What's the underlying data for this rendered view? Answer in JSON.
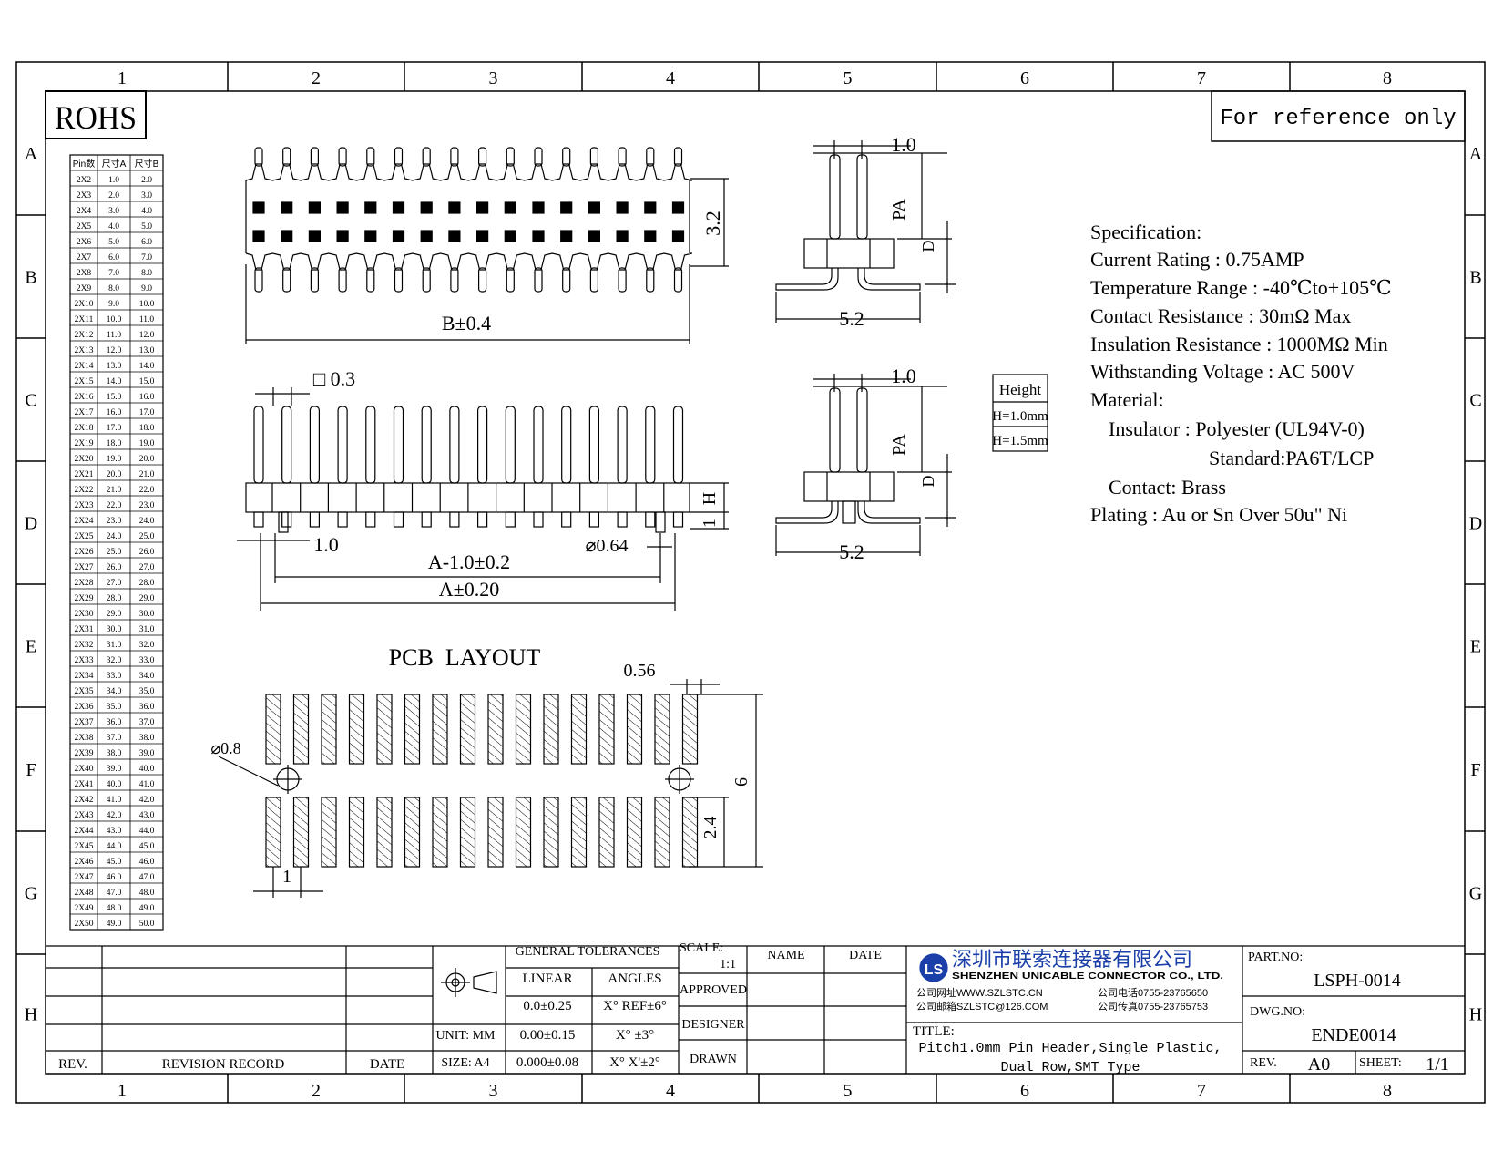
{
  "zone_columns": [
    "1",
    "2",
    "3",
    "4",
    "5",
    "6",
    "7",
    "8"
  ],
  "zone_rows": [
    "A",
    "B",
    "C",
    "D",
    "E",
    "F",
    "G",
    "H"
  ],
  "rohs": "ROHS",
  "reference_note": "For reference only",
  "pin_table": {
    "headers": [
      "Pin数",
      "尺寸A",
      "尺寸B"
    ],
    "rows": [
      [
        "2X2",
        "1.0",
        "2.0"
      ],
      [
        "2X3",
        "2.0",
        "3.0"
      ],
      [
        "2X4",
        "3.0",
        "4.0"
      ],
      [
        "2X5",
        "4.0",
        "5.0"
      ],
      [
        "2X6",
        "5.0",
        "6.0"
      ],
      [
        "2X7",
        "6.0",
        "7.0"
      ],
      [
        "2X8",
        "7.0",
        "8.0"
      ],
      [
        "2X9",
        "8.0",
        "9.0"
      ],
      [
        "2X10",
        "9.0",
        "10.0"
      ],
      [
        "2X11",
        "10.0",
        "11.0"
      ],
      [
        "2X12",
        "11.0",
        "12.0"
      ],
      [
        "2X13",
        "12.0",
        "13.0"
      ],
      [
        "2X14",
        "13.0",
        "14.0"
      ],
      [
        "2X15",
        "14.0",
        "15.0"
      ],
      [
        "2X16",
        "15.0",
        "16.0"
      ],
      [
        "2X17",
        "16.0",
        "17.0"
      ],
      [
        "2X18",
        "17.0",
        "18.0"
      ],
      [
        "2X19",
        "18.0",
        "19.0"
      ],
      [
        "2X20",
        "19.0",
        "20.0"
      ],
      [
        "2X21",
        "20.0",
        "21.0"
      ],
      [
        "2X22",
        "21.0",
        "22.0"
      ],
      [
        "2X23",
        "22.0",
        "23.0"
      ],
      [
        "2X24",
        "23.0",
        "24.0"
      ],
      [
        "2X25",
        "24.0",
        "25.0"
      ],
      [
        "2X26",
        "25.0",
        "26.0"
      ],
      [
        "2X27",
        "26.0",
        "27.0"
      ],
      [
        "2X28",
        "27.0",
        "28.0"
      ],
      [
        "2X29",
        "28.0",
        "29.0"
      ],
      [
        "2X30",
        "29.0",
        "30.0"
      ],
      [
        "2X31",
        "30.0",
        "31.0"
      ],
      [
        "2X32",
        "31.0",
        "32.0"
      ],
      [
        "2X33",
        "32.0",
        "33.0"
      ],
      [
        "2X34",
        "33.0",
        "34.0"
      ],
      [
        "2X35",
        "34.0",
        "35.0"
      ],
      [
        "2X36",
        "35.0",
        "36.0"
      ],
      [
        "2X37",
        "36.0",
        "37.0"
      ],
      [
        "2X38",
        "37.0",
        "38.0"
      ],
      [
        "2X39",
        "38.0",
        "39.0"
      ],
      [
        "2X40",
        "39.0",
        "40.0"
      ],
      [
        "2X41",
        "40.0",
        "41.0"
      ],
      [
        "2X42",
        "41.0",
        "42.0"
      ],
      [
        "2X43",
        "42.0",
        "43.0"
      ],
      [
        "2X44",
        "43.0",
        "44.0"
      ],
      [
        "2X45",
        "44.0",
        "45.0"
      ],
      [
        "2X46",
        "45.0",
        "46.0"
      ],
      [
        "2X47",
        "46.0",
        "47.0"
      ],
      [
        "2X48",
        "47.0",
        "48.0"
      ],
      [
        "2X49",
        "48.0",
        "49.0"
      ],
      [
        "2X50",
        "49.0",
        "50.0"
      ]
    ]
  },
  "dims": {
    "top_h": "3.2",
    "top_b": "B±0.4",
    "side_pitch": "1.0",
    "side_pa": "PA",
    "side_d": "D",
    "side_w": "5.2",
    "pin_sq": "□ 0.3",
    "front_h": "H",
    "front_1": "1",
    "front_pitch": "1.0",
    "front_a1": "A-1.0±0.2",
    "front_a": "A±0.20",
    "front_post": "⌀0.64",
    "pcb_w": "0.56",
    "pcb_hole": "⌀0.8",
    "pcb_6": "6",
    "pcb_24": "2.4",
    "pcb_1": "1"
  },
  "pcb_title": "PCB  LAYOUT",
  "height_table": {
    "header": "Height",
    "rows": [
      "H=1.0mm",
      "H=1.5mm"
    ]
  },
  "specification": {
    "title": "Specification:",
    "lines": [
      "Current Rating : 0.75AMP",
      "Temperature Range : -40℃to+105℃",
      "Contact Resistance : 30mΩ Max",
      "Insulation Resistance : 1000MΩ Min",
      "Withstanding Voltage : AC 500V",
      "Material:",
      "Insulator : Polyester (UL94V-0)",
      "Standard:PA6T/LCP",
      "Contact: Brass",
      "Plating : Au or Sn Over 50u\" Ni"
    ]
  },
  "title_block": {
    "rev_label": "REV.",
    "revision_record": "REVISION RECORD",
    "date_label": "DATE",
    "general_tolerances": "GENERAL TOLERANCES",
    "linear": "LINEAR",
    "angles": "ANGLES",
    "tol_linear": [
      "0.0±0.25",
      "0.00±0.15",
      "0.000±0.08"
    ],
    "tol_angles": [
      "X° REF±6°",
      "X° ±3°",
      "X° X'±2°"
    ],
    "unit": "UNIT: MM",
    "size": "SIZE: A4",
    "scale_label": "SCALE:",
    "scale_value": "1:1",
    "name_col": "NAME",
    "date_col": "DATE",
    "approved": "APPROVED",
    "designer": "DESIGNER",
    "drawn": "DRAWN",
    "company_cn": "深圳市联索连接器有限公司",
    "company_en": "SHENZHEN UNICABLE CONNECTOR CO., LTD.",
    "website": "公司网址WWW.SZLSTC.CN",
    "email": "公司邮箱SZLSTC@126.COM",
    "phone": "公司电话0755-23765650",
    "fax": "公司传真0755-23765753",
    "title_label": "TITLE:",
    "title_line1": "Pitch1.0mm Pin Header,Single Plastic,",
    "title_line2": "Dual Row,SMT Type",
    "part_no_label": "PART.NO:",
    "part_no": "LSPH-0014",
    "dwg_no_label": "DWG.NO:",
    "dwg_no": "ENDE0014",
    "rev_value": "A0",
    "sheet_label": "SHEET:",
    "sheet_value": "1/1"
  }
}
